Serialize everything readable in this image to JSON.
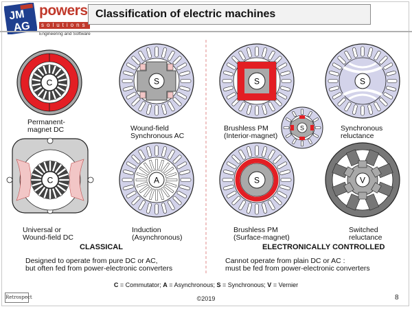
{
  "header": {
    "logo_jmag": "JMAG",
    "logo_powersys": "powersys",
    "logo_solutions": "solutions",
    "logo_subtitle": "Engineering and Software",
    "title": "Classification of electric machines"
  },
  "classical": {
    "heading": "CLASSICAL",
    "description": "Designed to operate from pure DC or AC,\nbut often fed from power-electronic converters"
  },
  "electronic": {
    "heading": "ELECTRONICALLY CONTROLLED",
    "description": "Cannot operate from plain DC or AC :\nmust be fed from power-electronic converters"
  },
  "machines": {
    "pm_dc": {
      "label": "Permanent-\nmagnet DC",
      "center": "C"
    },
    "wound_field_sync": {
      "label": "Wound-field\nSynchronous AC",
      "center": "S"
    },
    "universal_dc": {
      "label": "Universal or\nWound-field DC",
      "center": "C"
    },
    "induction": {
      "label": "Induction\n(Asynchronous)",
      "center": "A"
    },
    "bl_ipm": {
      "label": "Brushless PM\n(Interior-magnet)",
      "center": "S"
    },
    "small_pm": {
      "center": "S"
    },
    "sync_rel": {
      "label": "Synchronous\nreluctance",
      "center": "S"
    },
    "bl_spm": {
      "label": "Brushless PM\n(Surface-magnet)",
      "center": "S"
    },
    "switched_rel": {
      "label": "Switched\nreluctance",
      "center": "V"
    }
  },
  "legend": {
    "c_key": "C",
    "c_text": " = Commutator;  ",
    "a_key": "A",
    "a_text": " = Asynchronous;  ",
    "s_key": "S",
    "s_text": " = Synchronous;  ",
    "v_key": "V",
    "v_text": " = Vernier"
  },
  "footer": {
    "copyright": "©2019",
    "page": "8",
    "stamp": "Retrospect"
  },
  "colors": {
    "stator": "#d3d3ea",
    "magnet": "#e31e24",
    "steel": "#a9a9a9",
    "outline": "#222222",
    "divider": "#e08a8a",
    "logo_blue": "#1f3f8f",
    "logo_red": "#c0392b"
  }
}
